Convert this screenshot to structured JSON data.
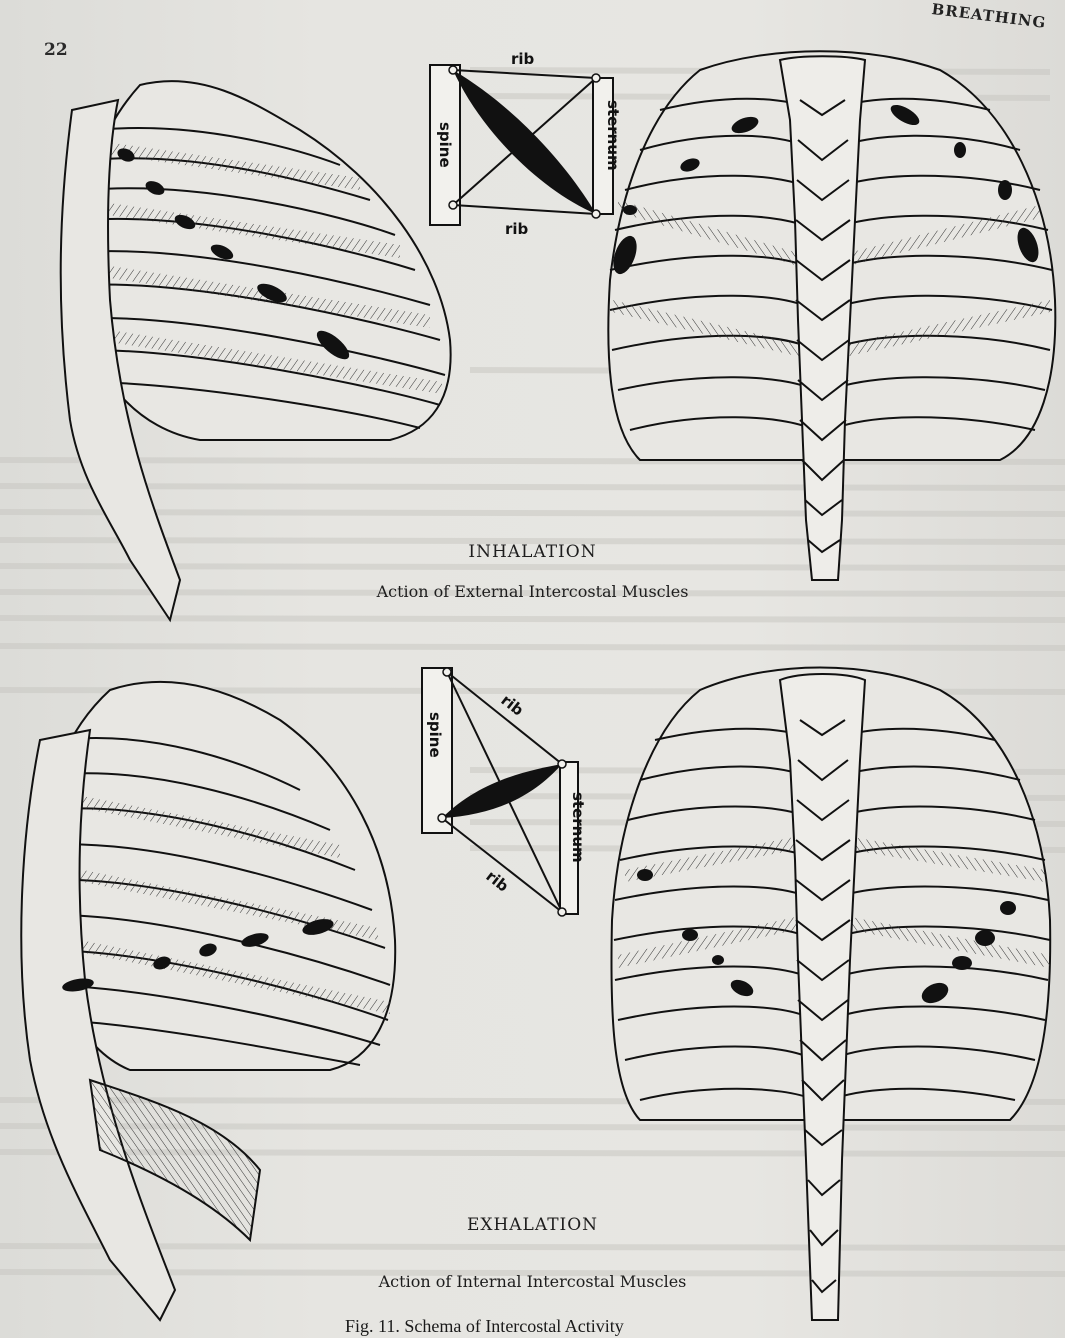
{
  "page": {
    "number": "22",
    "running_head": "BREATHING",
    "figure_caption": "Fig. 11.  Schema of Intercostal Activity"
  },
  "inhalation": {
    "heading": "INHALATION",
    "subheading": "Action of External Intercostal Muscles",
    "schema": {
      "rib_top": "rib",
      "rib_bottom": "rib",
      "spine": "spine",
      "sternum": "sternum"
    }
  },
  "exhalation": {
    "heading": "EXHALATION",
    "subheading": "Action of Internal Intercostal Muscles",
    "schema": {
      "rib_top": "rib",
      "rib_bottom": "rib",
      "spine": "spine",
      "sternum": "sternum"
    }
  }
}
